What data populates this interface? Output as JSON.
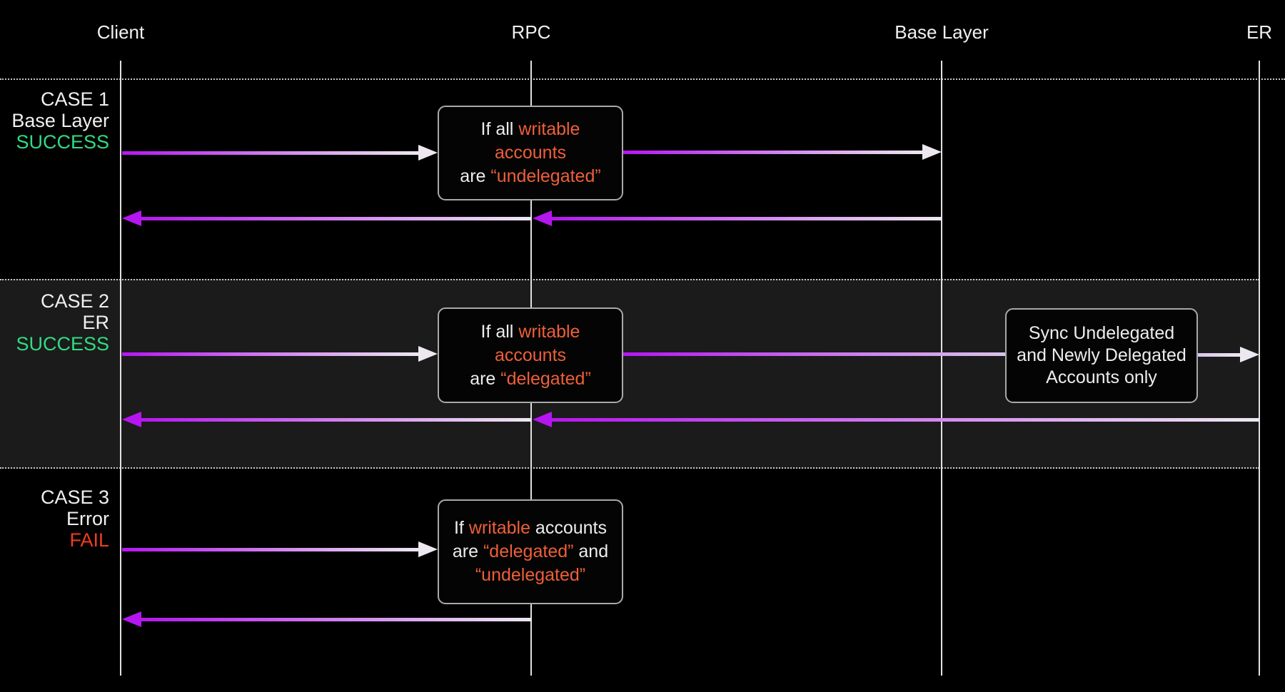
{
  "colors": {
    "background": "#000000",
    "band": "#1B1B1B",
    "lifeline": "#E0E0E0",
    "text": "#F0F0F0",
    "success-green": "#31DB81",
    "fail-red": "#F23B21",
    "accent-orange": "#EE5F38",
    "arrow-purple": "#B516F0",
    "arrow-white": "#EDE8F0",
    "arrow-lavender": "#D9C3EA",
    "box-border": "#A9A9A9",
    "box-bg": "#040404",
    "dash": "#C8C8C8"
  },
  "lanes": [
    {
      "label": "Client"
    },
    {
      "label": "RPC"
    },
    {
      "label": "Base Layer"
    },
    {
      "label": "ER"
    }
  ],
  "cases": [
    {
      "title": "CASE 1",
      "subtitle": "Base Layer",
      "status": "SUCCESS",
      "condition": {
        "l1a": "If all ",
        "l1b": "writable accounts",
        "l2a": "are ",
        "l2b": "“undelegated”"
      }
    },
    {
      "title": "CASE 2",
      "subtitle": "ER",
      "status": "SUCCESS",
      "condition": {
        "l1a": "If all ",
        "l1b": "writable accounts",
        "l2a": "are ",
        "l2b": "“delegated”"
      }
    },
    {
      "title": "CASE 3",
      "subtitle": "Error",
      "status": "FAIL",
      "condition": {
        "l1a": "If ",
        "l1b": "writable",
        "l1c": " accounts",
        "l2a": "are ",
        "l2b": "“delegated”",
        "l2c": " and",
        "l3a": "“undelegated”"
      }
    }
  ],
  "sync_box": {
    "line1": "Sync Undelegated",
    "line2": "and Newly Delegated",
    "line3": "Accounts only"
  }
}
